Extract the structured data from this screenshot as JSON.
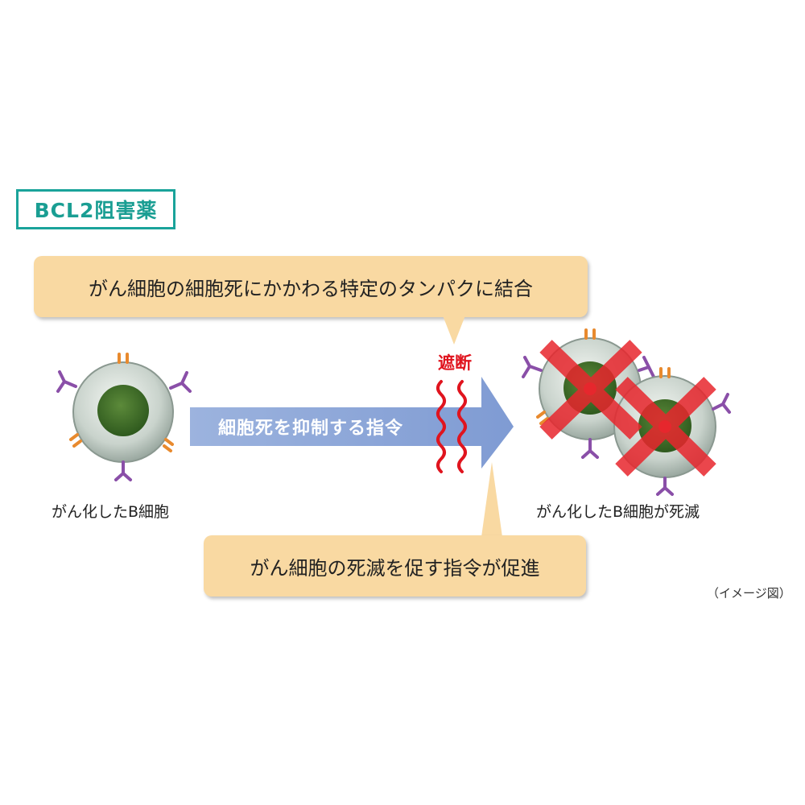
{
  "title": "BCL2阻害薬",
  "top_message": "がん細胞の細胞死にかかわる特定のタンパクに結合",
  "arrow_message": "細胞死を抑制する指令",
  "block_label": "遮断",
  "left_caption": "がん化したB細胞",
  "right_caption": "がん化したB細胞が死滅",
  "bottom_message": "がん細胞の死滅を促す指令が促進",
  "note": "（イメージ図）",
  "colors": {
    "title_border": "#1aa39a",
    "bubble": "#f9d9a2",
    "arrow": "#8fa8d8",
    "block": "#e0141e",
    "cross": "#e8262d"
  }
}
